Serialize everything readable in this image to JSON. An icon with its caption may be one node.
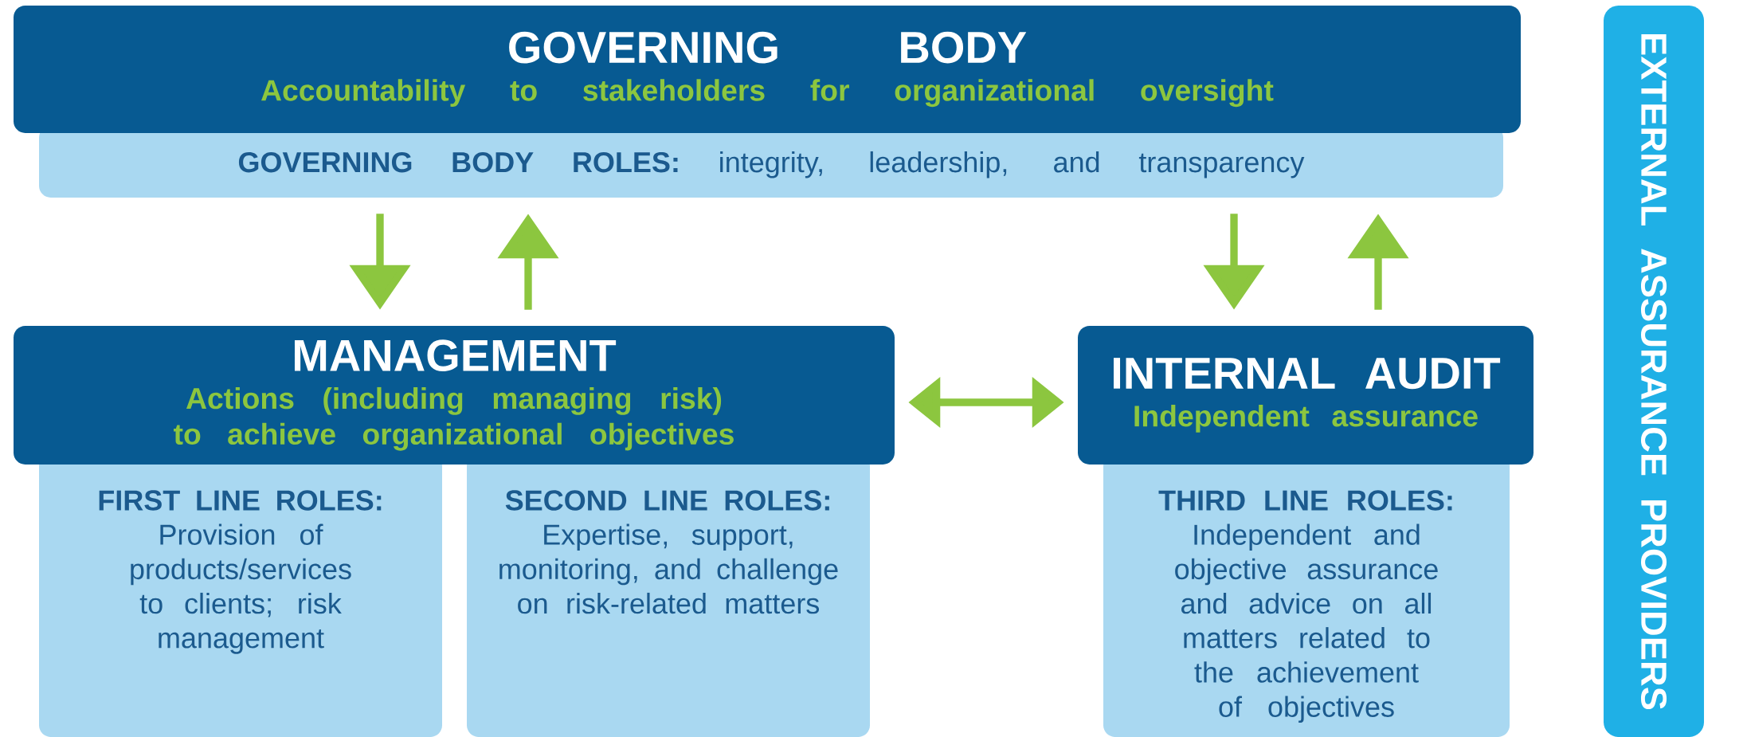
{
  "diagram": {
    "nodes": [
      {
        "text": [
          "GOVERNING BODY",
          "Accountability to stakeholders for organizational oversight"
        ]
      },
      {
        "text": [
          "**GOVERNING BODY ROLES:** integrity, leadership, and transparency"
        ]
      },
      {
        "text": [
          "MANAGEMENT",
          "Actions (including managing risk) to achieve organizational objectives"
        ]
      },
      {
        "text": [
          "FIRST LINE ROLES:",
          "Provision of products/services to clients; risk management"
        ]
      },
      {
        "text": [
          "SECOND LINE ROLES:",
          "Expertise, support, monitoring, and challenge on risk-related matters"
        ]
      },
      {
        "text": [
          "INTERNAL AUDIT",
          "Independent assurance"
        ]
      },
      {
        "text": [
          "THIRD LINE ROLES:",
          "Independent and objective assurance and advice on all matters related to the achievement of objectives"
        ]
      },
      {
        "text": [
          "EXTERNAL ASSURANCE PROVIDERS"
        ]
      }
    ],
    "edges": [
      {
        "from": 1,
        "to": 2,
        "arrow": "to"
      },
      {
        "from": 2,
        "to": 1,
        "arrow": "to"
      },
      {
        "from": 2,
        "to": 5,
        "arrow": "both"
      },
      {
        "from": 1,
        "to": 5,
        "arrow": "to"
      },
      {
        "from": 5,
        "to": 1,
        "arrow": "to"
      }
    ]
  }
}
